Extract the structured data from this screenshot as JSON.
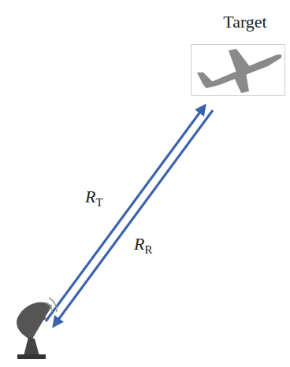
{
  "diagram": {
    "nodes": [
      {
        "text": [
          "Target"
        ]
      }
    ],
    "labels": [
      "RT",
      "RR"
    ]
  }
}
